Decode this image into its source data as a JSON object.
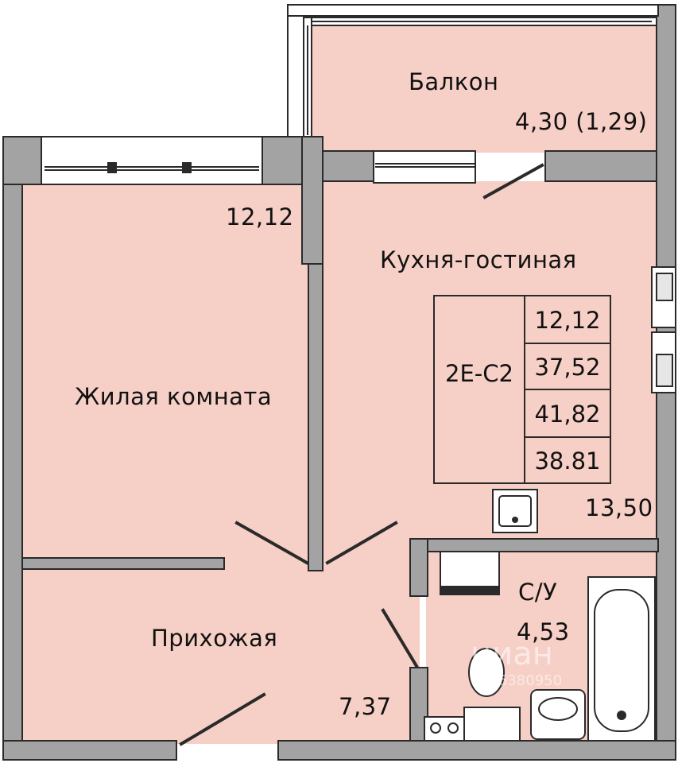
{
  "rooms": {
    "balcony": {
      "name": "Балкон",
      "area": "4,30 (1,29)"
    },
    "living_room": {
      "name": "Жилая комната",
      "area": "12,12"
    },
    "kitchen": {
      "name": "Кухня-гостиная",
      "area": "13,50"
    },
    "hallway": {
      "name": "Прихожая",
      "area": "7,37"
    },
    "bathroom": {
      "name": "С/У",
      "area": "4,53"
    }
  },
  "spec_table": {
    "code": "2Е-С2",
    "values": [
      "12,12",
      "37,52",
      "41,82",
      "38.81"
    ]
  },
  "watermark": {
    "brand": "циан",
    "number": "296380950"
  },
  "colors": {
    "wall": "#a3a3a3",
    "wall_outline": "#2a2a2a",
    "floor": "#f6cfc6",
    "background": "#ffffff"
  }
}
